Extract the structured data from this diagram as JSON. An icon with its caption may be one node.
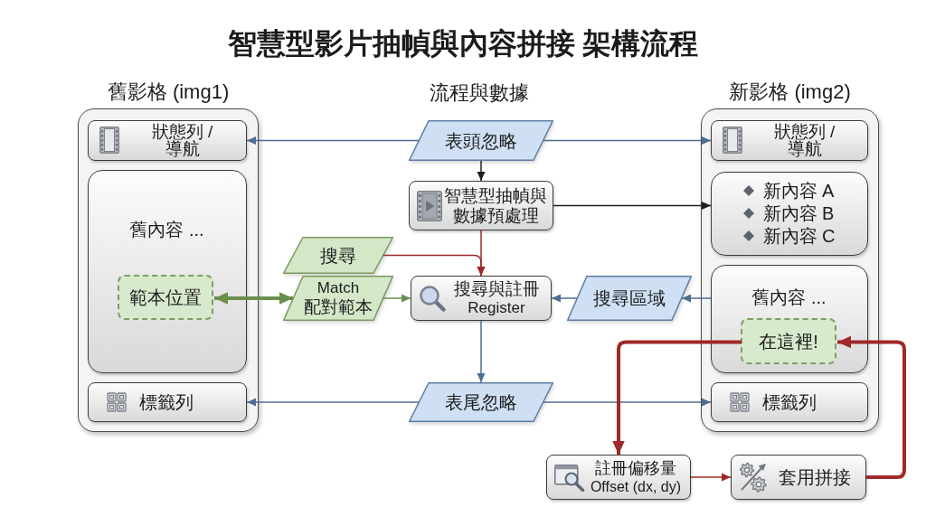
{
  "diagram": {
    "title": "智慧型影片抽幀與內容拼接 架構流程",
    "nodes": [
      {
        "text": [
          "舊影格 (img1)"
        ]
      },
      {
        "text": [
          "狀態列 / 導航"
        ],
        "in": 0
      },
      {
        "text": [
          "舊內容 ..."
        ],
        "in": 0
      },
      {
        "text": [
          "範本位置"
        ],
        "in": 2
      },
      {
        "text": [
          "標籤列"
        ],
        "in": 0
      },
      {
        "text": [
          "表頭忽略"
        ]
      },
      {
        "text": [
          "智慧型抽幀與數據預處理"
        ]
      },
      {
        "text": [
          "搜尋"
        ]
      },
      {
        "text": [
          "Match",
          "配對範本"
        ]
      },
      {
        "text": [
          "搜尋與註冊",
          "Register"
        ]
      },
      {
        "text": [
          "搜尋區域"
        ]
      },
      {
        "text": [
          "表尾忽略"
        ]
      },
      {
        "text": [
          "新影格 (img2)"
        ]
      },
      {
        "text": [
          "狀態列 / 導航"
        ],
        "in": 12
      },
      {
        "text": [
          "新內容 A",
          "新內容 B",
          "新內容 C"
        ],
        "in": 12
      },
      {
        "text": [
          "舊內容 ..."
        ],
        "in": 12
      },
      {
        "text": [
          "在這裡!"
        ],
        "in": 15
      },
      {
        "text": [
          "標籤列"
        ],
        "in": 12
      },
      {
        "text": [
          "註冊偏移量",
          "Offset (dx, dy)"
        ]
      },
      {
        "text": [
          "套用拼接"
        ]
      }
    ],
    "edges": [
      {
        "from": 5,
        "to": 1,
        "arrow": "to"
      },
      {
        "from": 5,
        "to": 13,
        "arrow": "to"
      },
      {
        "from": 5,
        "to": 6,
        "arrow": "to",
        "color": "#1f1f1f"
      },
      {
        "from": 6,
        "to": 14,
        "arrow": "to",
        "color": "#1f1f1f"
      },
      {
        "from": 6,
        "to": 9,
        "arrow": "to",
        "color": "#a02828"
      },
      {
        "from": 7,
        "to": 9,
        "arrow": "to",
        "color": "#a02828"
      },
      {
        "from": 3,
        "to": 8,
        "arrow": "both",
        "style": "thick",
        "color": "#6a8f4c"
      },
      {
        "from": 8,
        "to": 9,
        "arrow": "to",
        "color": "#6a8f4c"
      },
      {
        "from": 10,
        "to": 9,
        "arrow": "to"
      },
      {
        "from": 15,
        "to": 10,
        "arrow": "to"
      },
      {
        "from": 9,
        "to": 11,
        "arrow": "to"
      },
      {
        "from": 11,
        "to": 4,
        "arrow": "to"
      },
      {
        "from": 11,
        "to": 17,
        "arrow": "to"
      },
      {
        "from": 16,
        "to": 18,
        "arrow": "to",
        "style": "thick",
        "color": "#a02828"
      },
      {
        "from": 18,
        "to": 19,
        "arrow": "to",
        "color": "#a02828"
      },
      {
        "from": 19,
        "to": 16,
        "arrow": "to",
        "style": "thick",
        "color": "#a02828"
      }
    ],
    "labels": [
      "流程與數據"
    ]
  }
}
